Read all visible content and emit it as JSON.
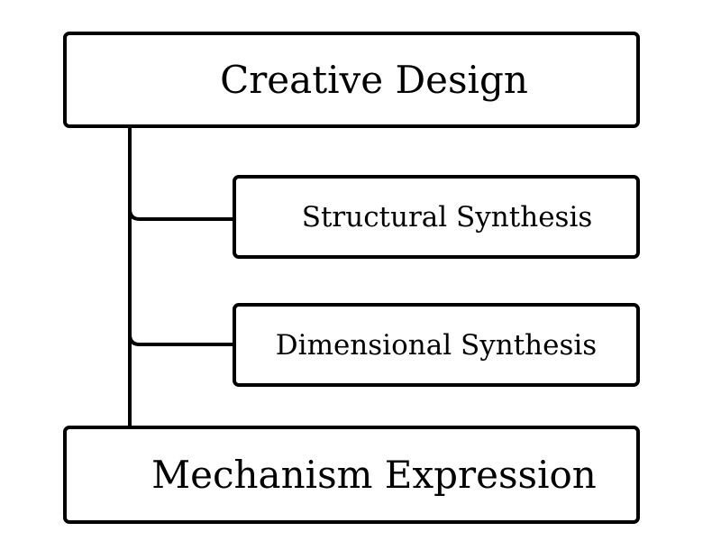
{
  "diagram": {
    "top_box": {
      "label": "Creative Design"
    },
    "sub_boxes": [
      {
        "label": "Structural Synthesis"
      },
      {
        "label": "Dimensional Synthesis"
      }
    ],
    "bottom_box": {
      "label": "Mechanism Expression"
    },
    "colors": {
      "stroke": "#000000",
      "fill": "#ffffff",
      "text": "#000000"
    }
  }
}
